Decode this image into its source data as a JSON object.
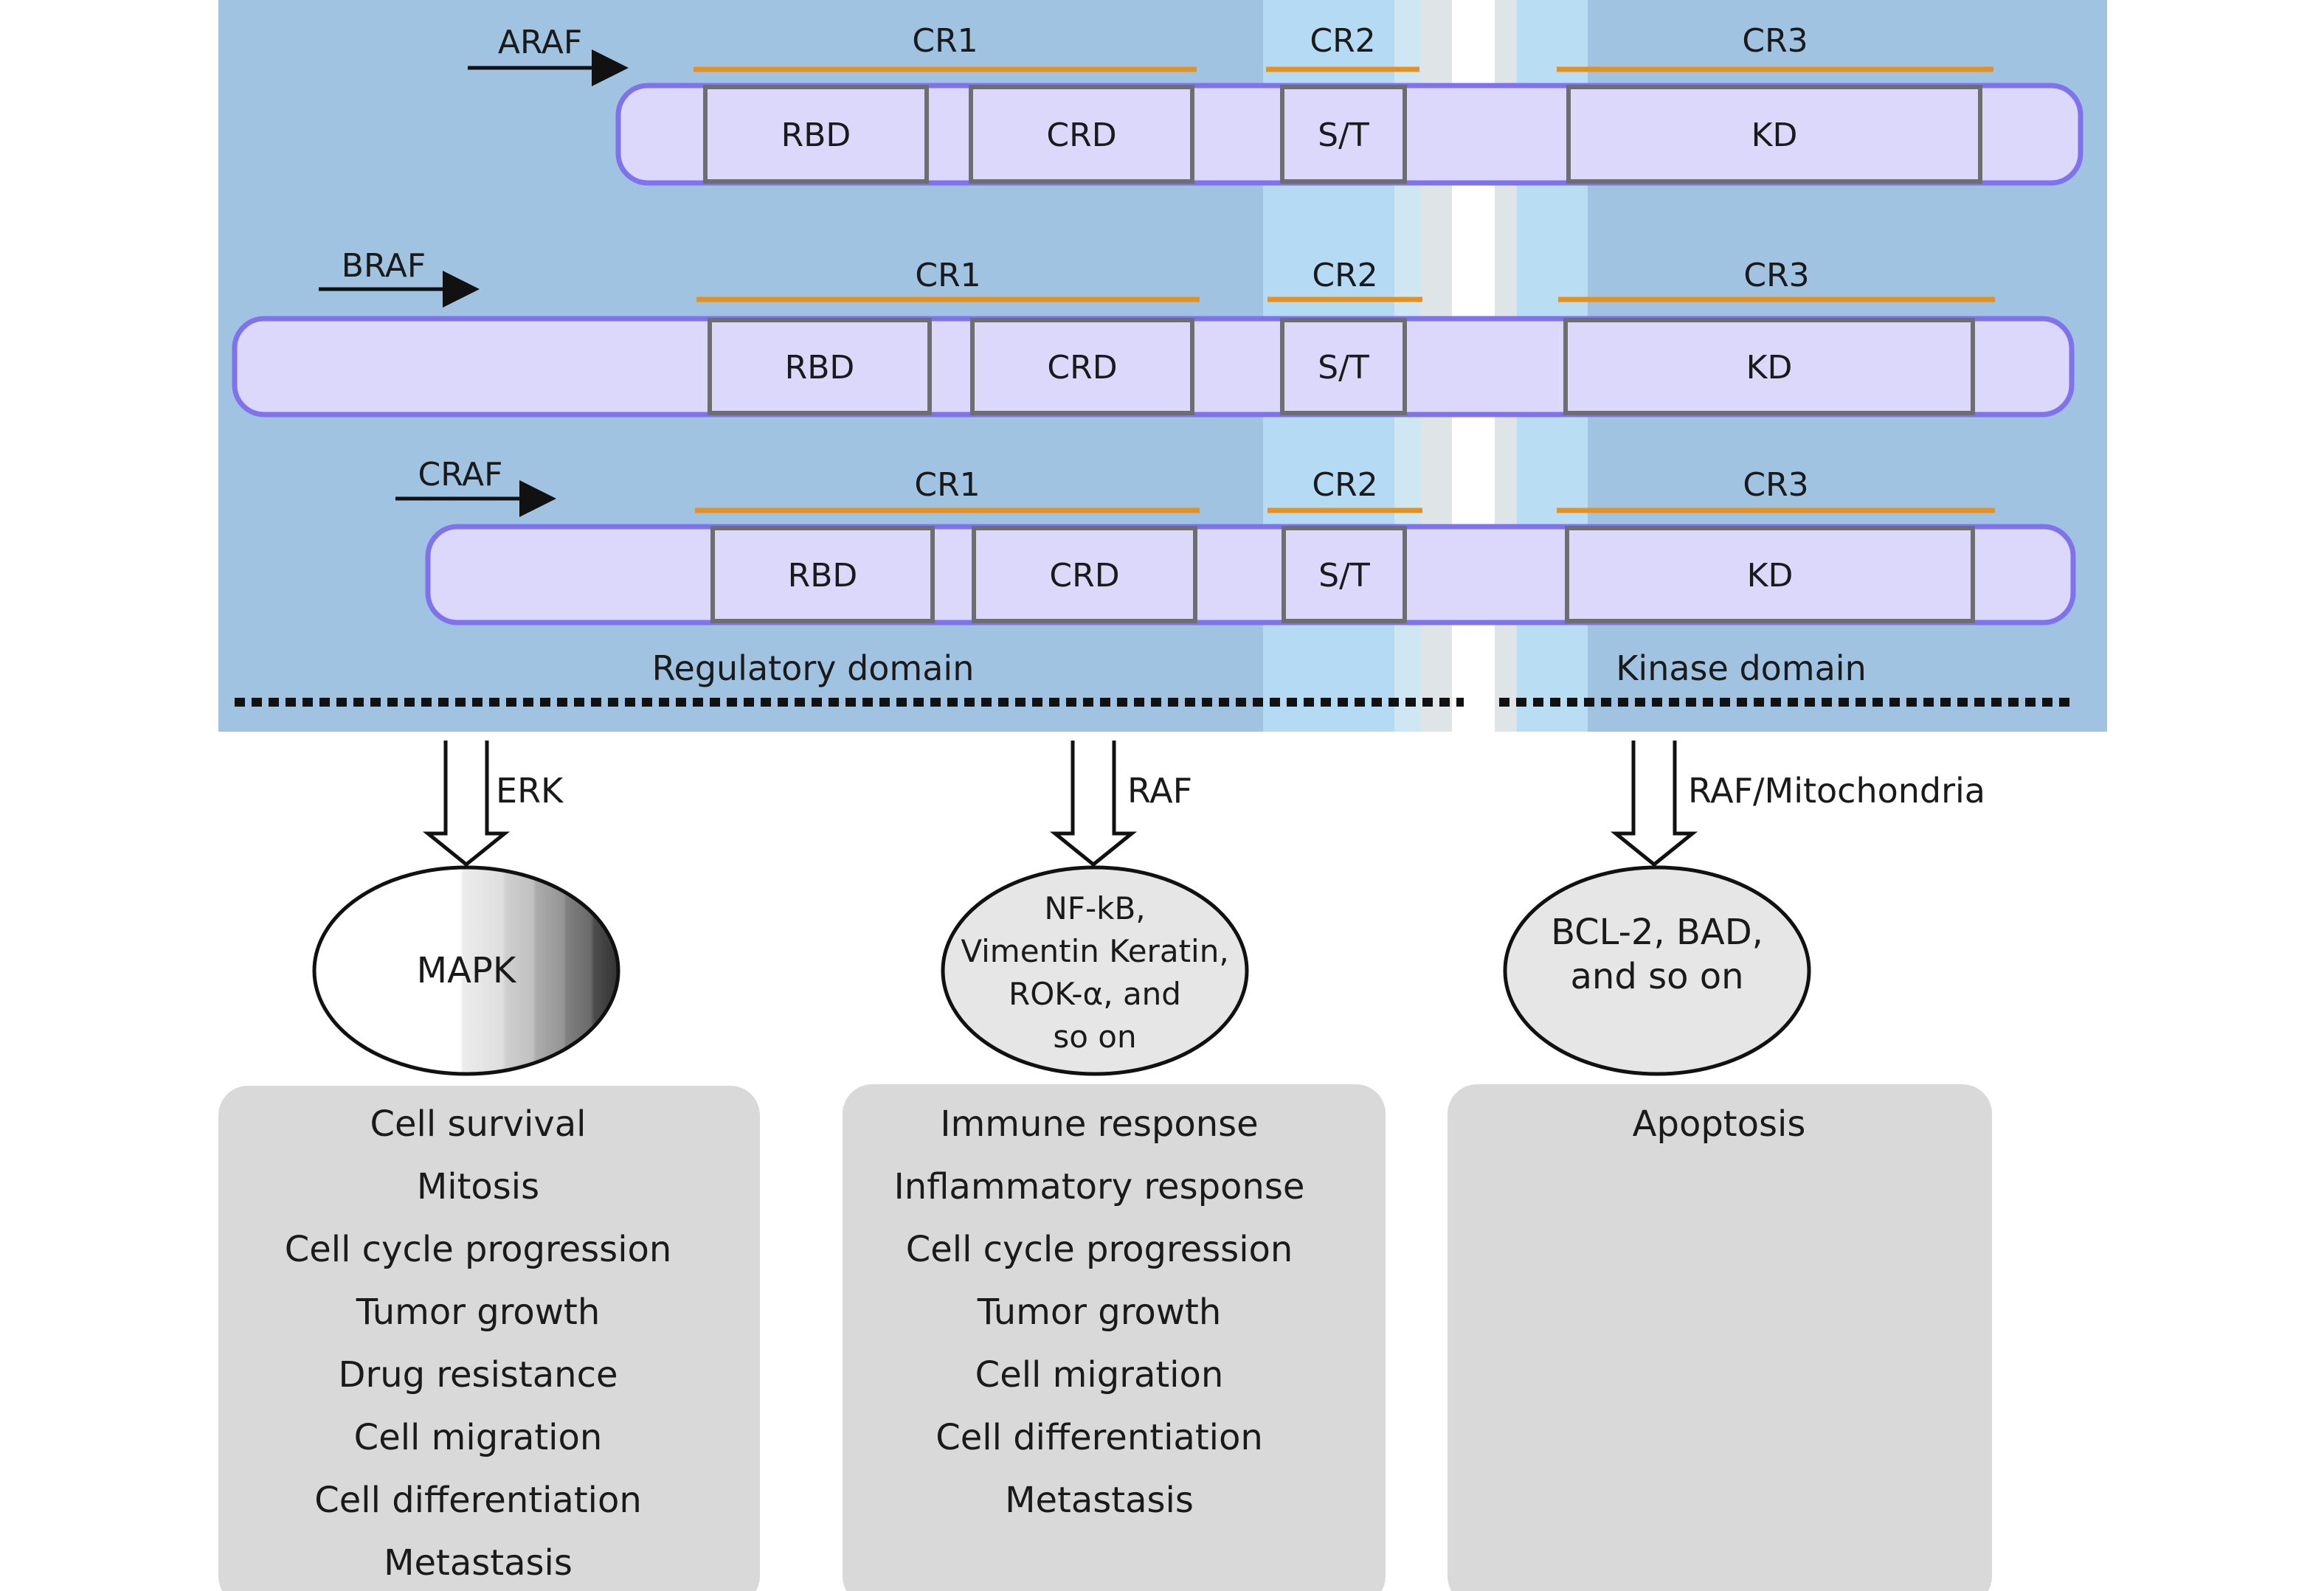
{
  "proteins": [
    {
      "name": "ARAF",
      "domains": {
        "rbd": "RBD",
        "crd": "CRD",
        "st": "S/T",
        "kd": "KD"
      },
      "regions": {
        "cr1": "CR1",
        "cr2": "CR2",
        "cr3": "CR3"
      }
    },
    {
      "name": "BRAF",
      "domains": {
        "rbd": "RBD",
        "crd": "CRD",
        "st": "S/T",
        "kd": "KD"
      },
      "regions": {
        "cr1": "CR1",
        "cr2": "CR2",
        "cr3": "CR3"
      }
    },
    {
      "name": "CRAF",
      "domains": {
        "rbd": "RBD",
        "crd": "CRD",
        "st": "S/T",
        "kd": "KD"
      },
      "regions": {
        "cr1": "CR1",
        "cr2": "CR2",
        "cr3": "CR3"
      }
    }
  ],
  "sections": {
    "regulatory": "Regulatory domain",
    "kinase": "Kinase domain"
  },
  "pathways": [
    {
      "label": "ERK",
      "node_lines": [
        "MAPK"
      ],
      "effects": [
        "Cell survival",
        "Mitosis",
        "Cell cycle progression",
        "Tumor growth",
        "Drug resistance",
        "Cell migration",
        "Cell differentiation",
        "Metastasis"
      ]
    },
    {
      "label": "RAF",
      "node_lines": [
        "NF-kB,",
        "Vimentin Keratin,",
        "ROK-α, and",
        "so on"
      ],
      "effects": [
        "Immune response",
        "Inflammatory response",
        "Cell cycle progression",
        "Tumor growth",
        "Cell migration",
        "Cell differentiation",
        "Metastasis"
      ]
    },
    {
      "label": "RAF/Mitochondria",
      "node_lines": [
        "BCL-2, BAD,",
        "and so on"
      ],
      "effects": [
        "Apoptosis"
      ]
    }
  ],
  "colors": {
    "panel_blue": "#9fc3e1",
    "cr2_band": "#b5dbf4",
    "protein_fill": "#dcd8fb",
    "protein_stroke": "#8072ec",
    "domain_stroke": "#6e6e6e",
    "cr_line": "#e8901c",
    "effect_box": "#d9d9d9",
    "ellipse_fill": "#e6e6e6"
  }
}
